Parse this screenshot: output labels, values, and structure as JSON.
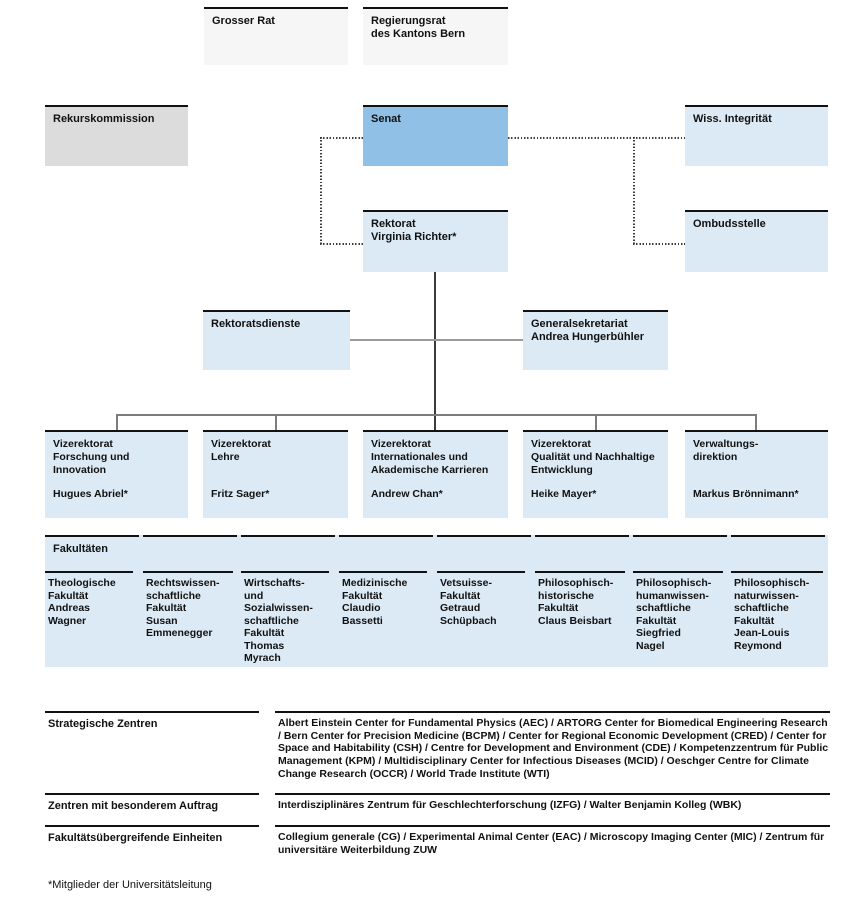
{
  "colors": {
    "senat_blue": "#91c0e7",
    "light_blue": "#dceaf5",
    "gray_box": "#dcdcdc",
    "offwhite_box": "#f6f6f6",
    "border_dark": "#111111",
    "line_gray": "#7d7d7d"
  },
  "canton": {
    "grosser_rat": "Grosser Rat",
    "regierungsrat": "Regierungsrat\ndes Kantons Bern"
  },
  "organe": {
    "rekurskommission": "Rekurskommission",
    "senat": "Senat",
    "wiss_integritaet": "Wiss. Integrität",
    "ombudsstelle": "Ombudsstelle",
    "rektorat": {
      "title": "Rektorat",
      "person": "Virginia Richter*"
    },
    "rektoratsdienste": "Rektoratsdienste",
    "generalsekretariat": {
      "title": "Generalsekretariat",
      "person": "Andrea Hungerbühler"
    }
  },
  "vizerektorate": [
    {
      "title": "Vizerektorat\nForschung und\nInnovation",
      "person": "Hugues Abriel*"
    },
    {
      "title": "Vizerektorat\nLehre",
      "person": "Fritz Sager*"
    },
    {
      "title": "Vizerektorat\nInternationales und\nAkademische Karrieren",
      "person": "Andrew Chan*"
    },
    {
      "title": "Vizerektorat\nQualität und Nachhaltige\nEntwicklung",
      "person": "Heike Mayer*"
    },
    {
      "title": "Verwaltungs-\ndirektion",
      "person": "Markus Brönnimann*"
    }
  ],
  "fakultaeten": {
    "header": "Fakultäten",
    "items": [
      "Theologische\nFakultät\nAndreas\nWagner",
      "Rechtswissen-\nschaftliche\nFakultät\nSusan\nEmmenegger",
      "Wirtschafts-\nund\nSozialwissen-\nschaftliche\nFakultät\nThomas\nMyrach",
      "Medizinische\nFakultät\nClaudio\nBassetti",
      "Vetsuisse-\nFakultät\nGetraud\nSchüpbach",
      "Philosophisch-\nhistorische\nFakultät\nClaus Beisbart",
      "Philosophisch-\nhumanwissen-\nschaftliche\nFakultät\nSiegfried\nNagel",
      "Philosophisch-\nnaturwissen-\nschaftliche\nFakultät\nJean-Louis\nReymond"
    ]
  },
  "zentren_rows": [
    {
      "label": "Strategische Zentren",
      "content": "Albert Einstein Center for Fundamental Physics (AEC) / ARTORG Center for Biomedical Engineering Research / Bern Center for Precision Medicine (BCPM) / Center for Regional Economic Development (CRED) / Center for Space and Habitability (CSH) / Centre for Development and Environment (CDE) / Kompetenzzentrum für Public Management (KPM) / Multidisciplinary Center for Infectious Diseases (MCID) / Oeschger Centre for Climate Change Research (OCCR) / World Trade Institute (WTI)"
    },
    {
      "label": "Zentren mit besonderem Auftrag",
      "content": "Interdisziplinäres Zentrum für Geschlechterforschung (IZFG) / Walter Benjamin Kolleg (WBK)"
    },
    {
      "label": "Fakultätsübergreifende Einheiten",
      "content": "Collegium generale (CG) / Experimental Animal Center (EAC) / Microscopy Imaging Center (MIC) / Zentrum für universitäre Weiterbildung ZUW"
    }
  ],
  "footnote": "*Mitglieder der Universitätsleitung"
}
